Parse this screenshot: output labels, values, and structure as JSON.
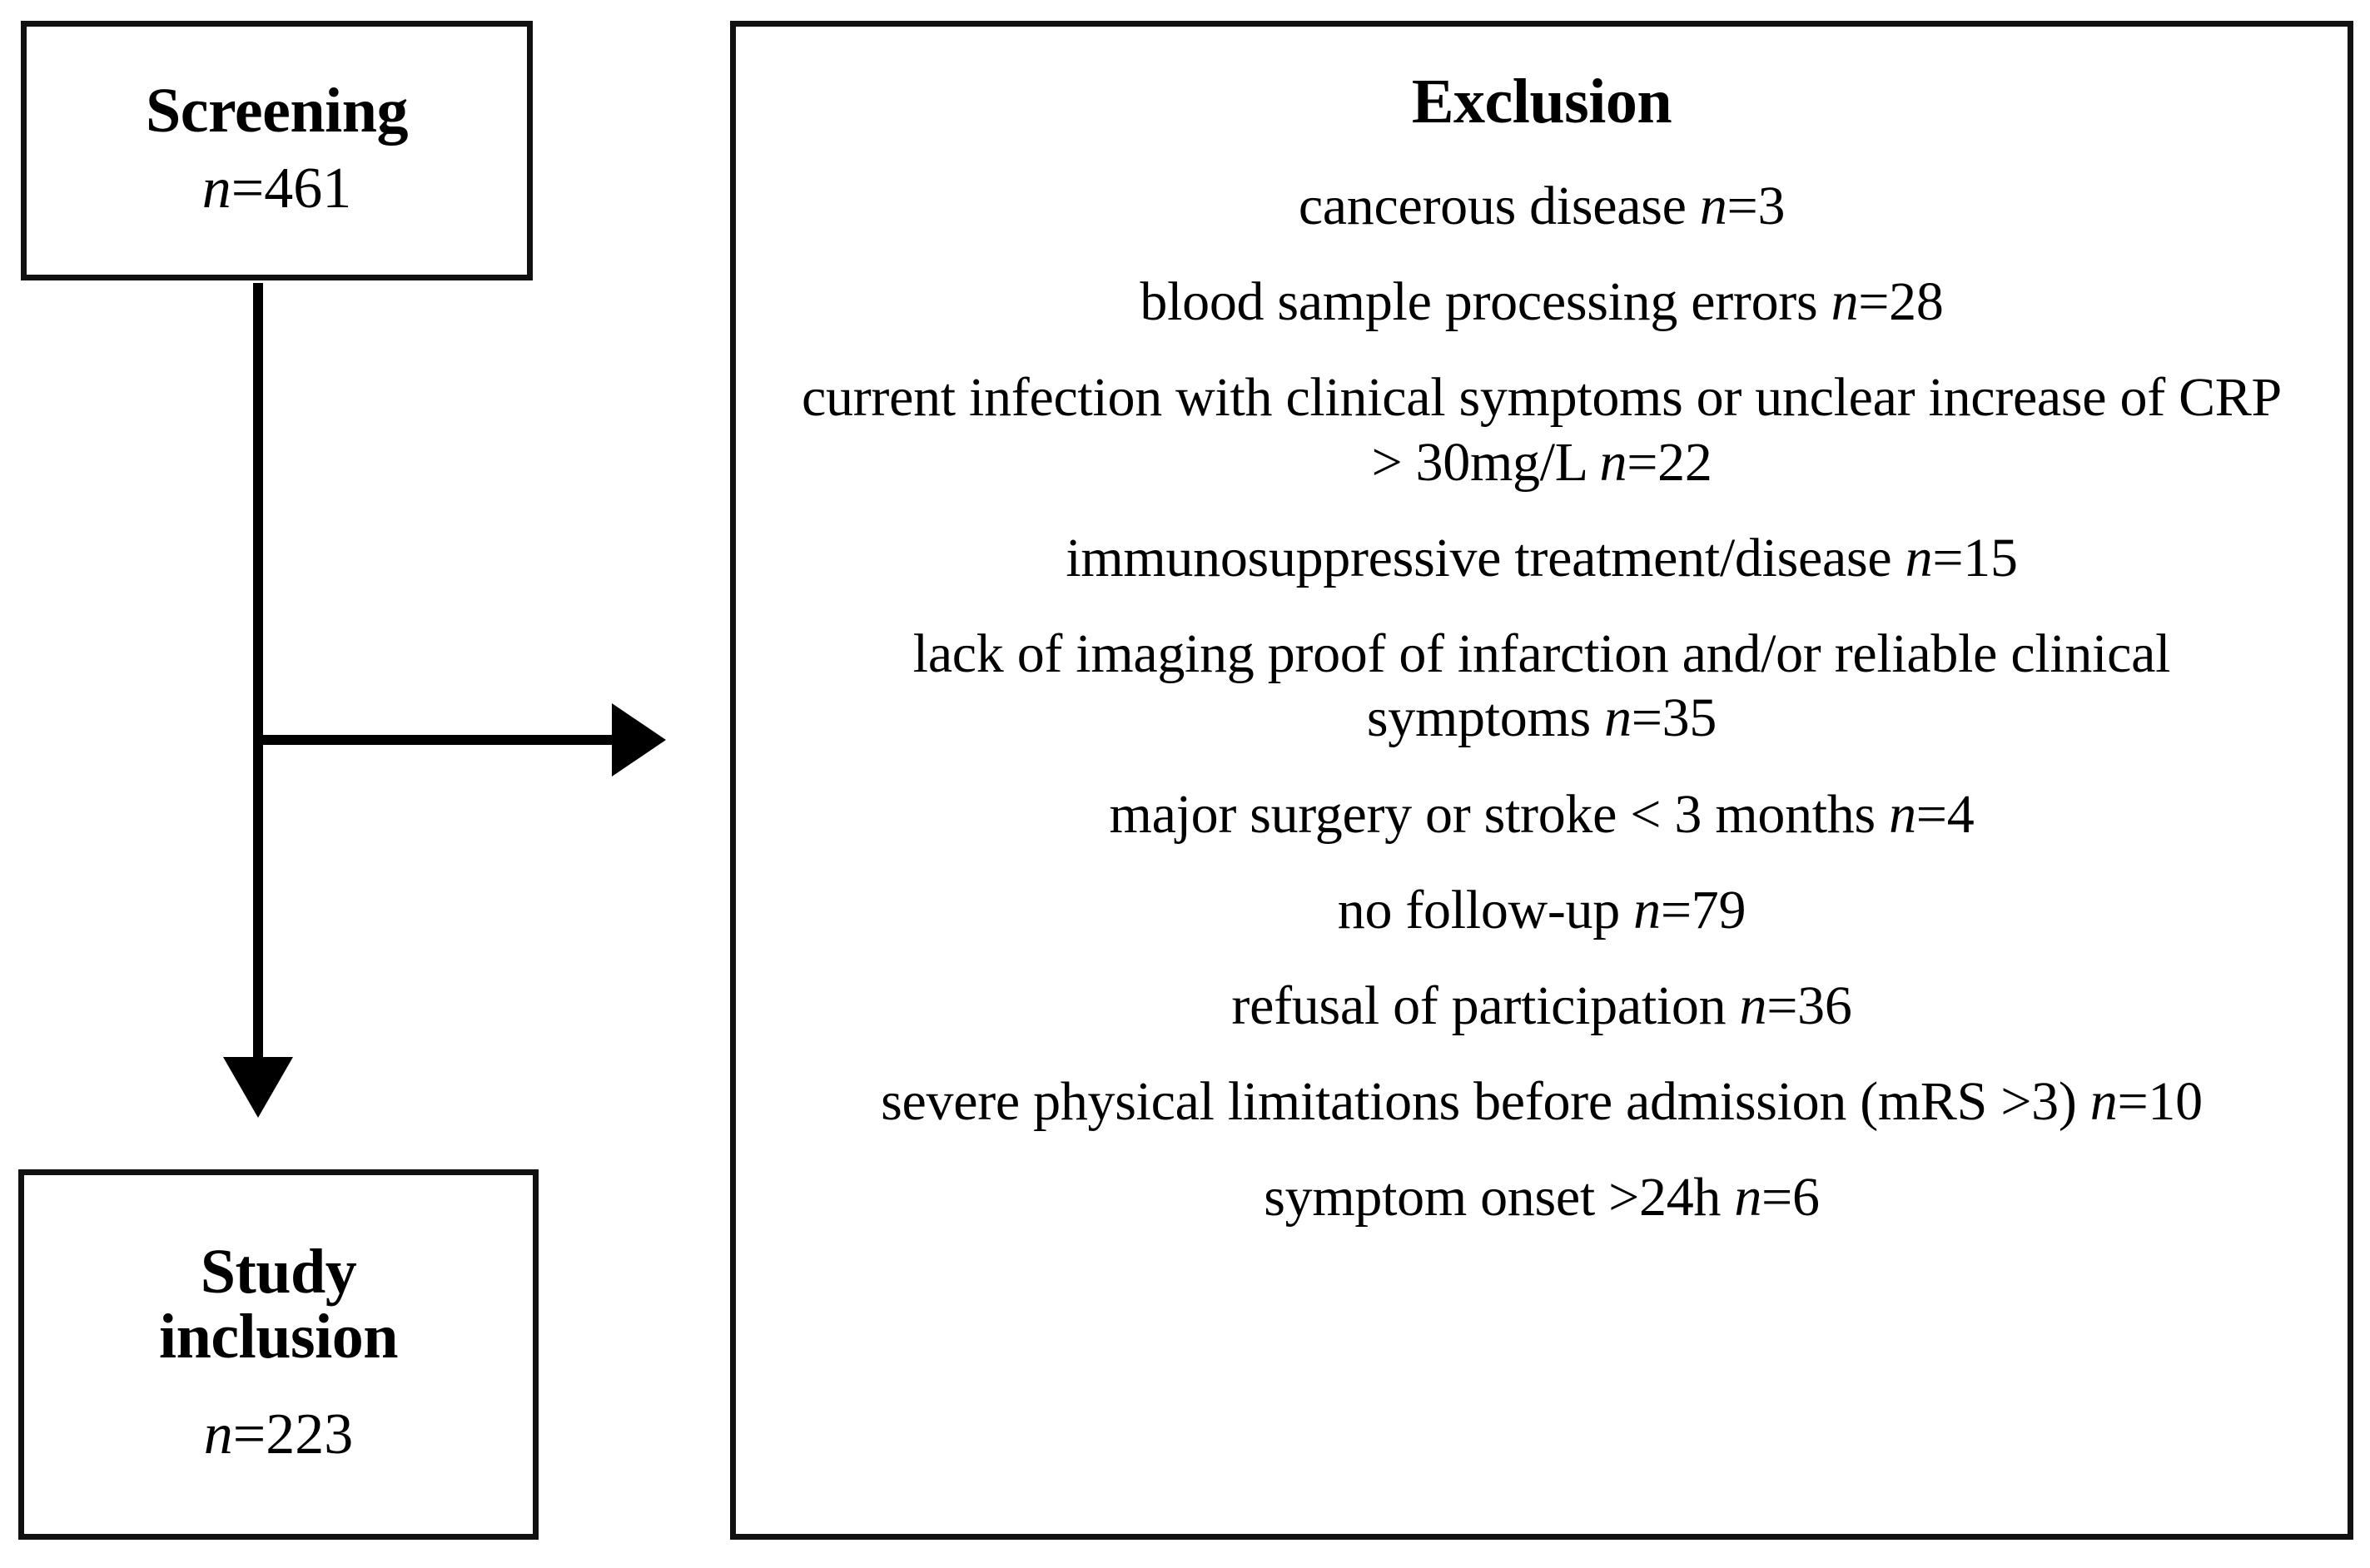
{
  "diagram": {
    "type": "study-flow-diagram",
    "screening": {
      "title": "Screening",
      "n_label": "n",
      "n_value": "=461",
      "count_text": "n=461"
    },
    "study_inclusion": {
      "title_line1": "Study",
      "title_line2": "inclusion",
      "n_label": "n",
      "n_value": "=223",
      "count_text": "n=223"
    },
    "exclusion": {
      "title": "Exclusion",
      "items": [
        {
          "text": "cancerous disease ",
          "n_label": "n",
          "n_value": "=3",
          "count": 3
        },
        {
          "text": "blood sample processing errors ",
          "n_label": "n",
          "n_value": "=28",
          "count": 28
        },
        {
          "text": "current infection with clinical symptoms or unclear increase of CRP > 30mg/L ",
          "n_label": "n",
          "n_value": "=22",
          "count": 22
        },
        {
          "text": "immunosuppressive treatment/disease ",
          "n_label": "n",
          "n_value": "=15",
          "count": 15
        },
        {
          "text": "lack of imaging proof of infarction and/or reliable clinical symptoms ",
          "n_label": "n",
          "n_value": "=35",
          "count": 35
        },
        {
          "text": "major surgery or stroke < 3 months ",
          "n_label": "n",
          "n_value": "=4",
          "count": 4
        },
        {
          "text": "no follow-up ",
          "n_label": "n",
          "n_value": "=79",
          "count": 79
        },
        {
          "text": "refusal of participation ",
          "n_label": "n",
          "n_value": "=36",
          "count": 36
        },
        {
          "text": "severe physical limitations before admission (mRS >3) ",
          "n_label": "n",
          "n_value": "=10",
          "count": 10
        },
        {
          "text": "symptom onset >24h ",
          "n_label": "n",
          "n_value": "=6",
          "count": 6
        }
      ]
    },
    "connectors": {
      "stroke_color": "#000000",
      "down_arrow_label": "screening-to-study-inclusion",
      "right_arrow_label": "screening-to-exclusion"
    }
  }
}
